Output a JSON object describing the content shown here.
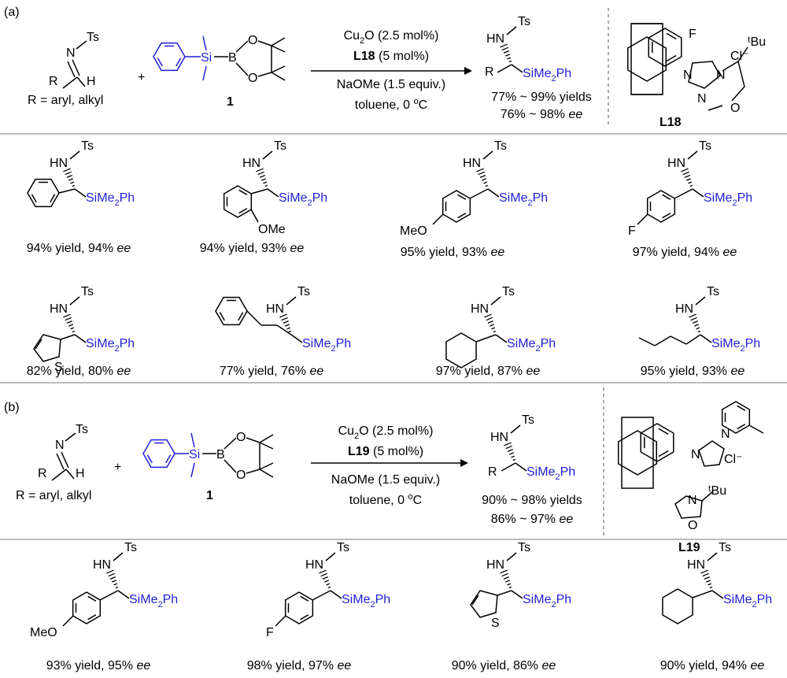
{
  "section_a": {
    "label": "(a)",
    "imine_substituent": "R = aryl, alkyl",
    "reagent_number": "1",
    "conditions": [
      "Cu2O (2.5 mol%)",
      "L18 (5 mol%)",
      "NaOMe (1.5 equiv.)",
      "toluene, 0 oC"
    ],
    "product_yields": "77% ~ 99% yields",
    "product_ee": "76% ~ 98% ee",
    "ligand": "L18",
    "ligand_groups": {
      "fluoro": "F",
      "counterion": "Cl⁻",
      "tbu": "ᵗBu",
      "o": "O",
      "n1": "N",
      "n2": "N",
      "n3": "N"
    }
  },
  "section_b": {
    "label": "(b)",
    "imine_substituent": "R = aryl, alkyl",
    "reagent_number": "1",
    "conditions": [
      "Cu2O (2.5 mol%)",
      "L19 (5 mol%)",
      "NaOMe (1.5 equiv.)",
      "toluene, 0 oC"
    ],
    "product_yields": "90% ~ 98% yields",
    "product_ee": "86% ~ 97% ee",
    "ligand": "L19",
    "ligand_groups": {
      "counterion": "Cl⁻",
      "tbu": "ᵗBu",
      "o": "O",
      "n1": "N",
      "n2": "N",
      "n3": "N"
    }
  },
  "common": {
    "hn": "HN",
    "ts": "Ts",
    "n": "N",
    "r": "R",
    "h": "H",
    "si": "Si",
    "b": "B",
    "o": "O",
    "plus": "+",
    "silyl": "SiMe2Ph",
    "ome": "OMe",
    "meo": "MeO",
    "f": "F",
    "s": "S"
  },
  "substrates_a": [
    {
      "name": "phenyl",
      "yield": "94% yield, 94% ee"
    },
    {
      "name": "2-methoxyphenyl",
      "yield": "94% yield, 93% ee"
    },
    {
      "name": "4-methoxyphenyl",
      "yield": "95% yield, 93% ee"
    },
    {
      "name": "4-fluorophenyl",
      "yield": "97% yield, 94% ee"
    },
    {
      "name": "2-thienyl",
      "yield": "82% yield, 80% ee"
    },
    {
      "name": "benzyl",
      "yield": "77% yield, 76% ee"
    },
    {
      "name": "cyclohexyl",
      "yield": "97% yield, 87% ee"
    },
    {
      "name": "n-butyl",
      "yield": "95% yield, 93% ee"
    }
  ],
  "substrates_b": [
    {
      "name": "4-methoxyphenyl",
      "yield": "93% yield, 95% ee"
    },
    {
      "name": "4-fluorophenyl",
      "yield": "98% yield, 97% ee"
    },
    {
      "name": "2-thienyl",
      "yield": "90% yield, 86% ee"
    },
    {
      "name": "cyclohexyl",
      "yield": "90% yield, 94% ee"
    }
  ]
}
